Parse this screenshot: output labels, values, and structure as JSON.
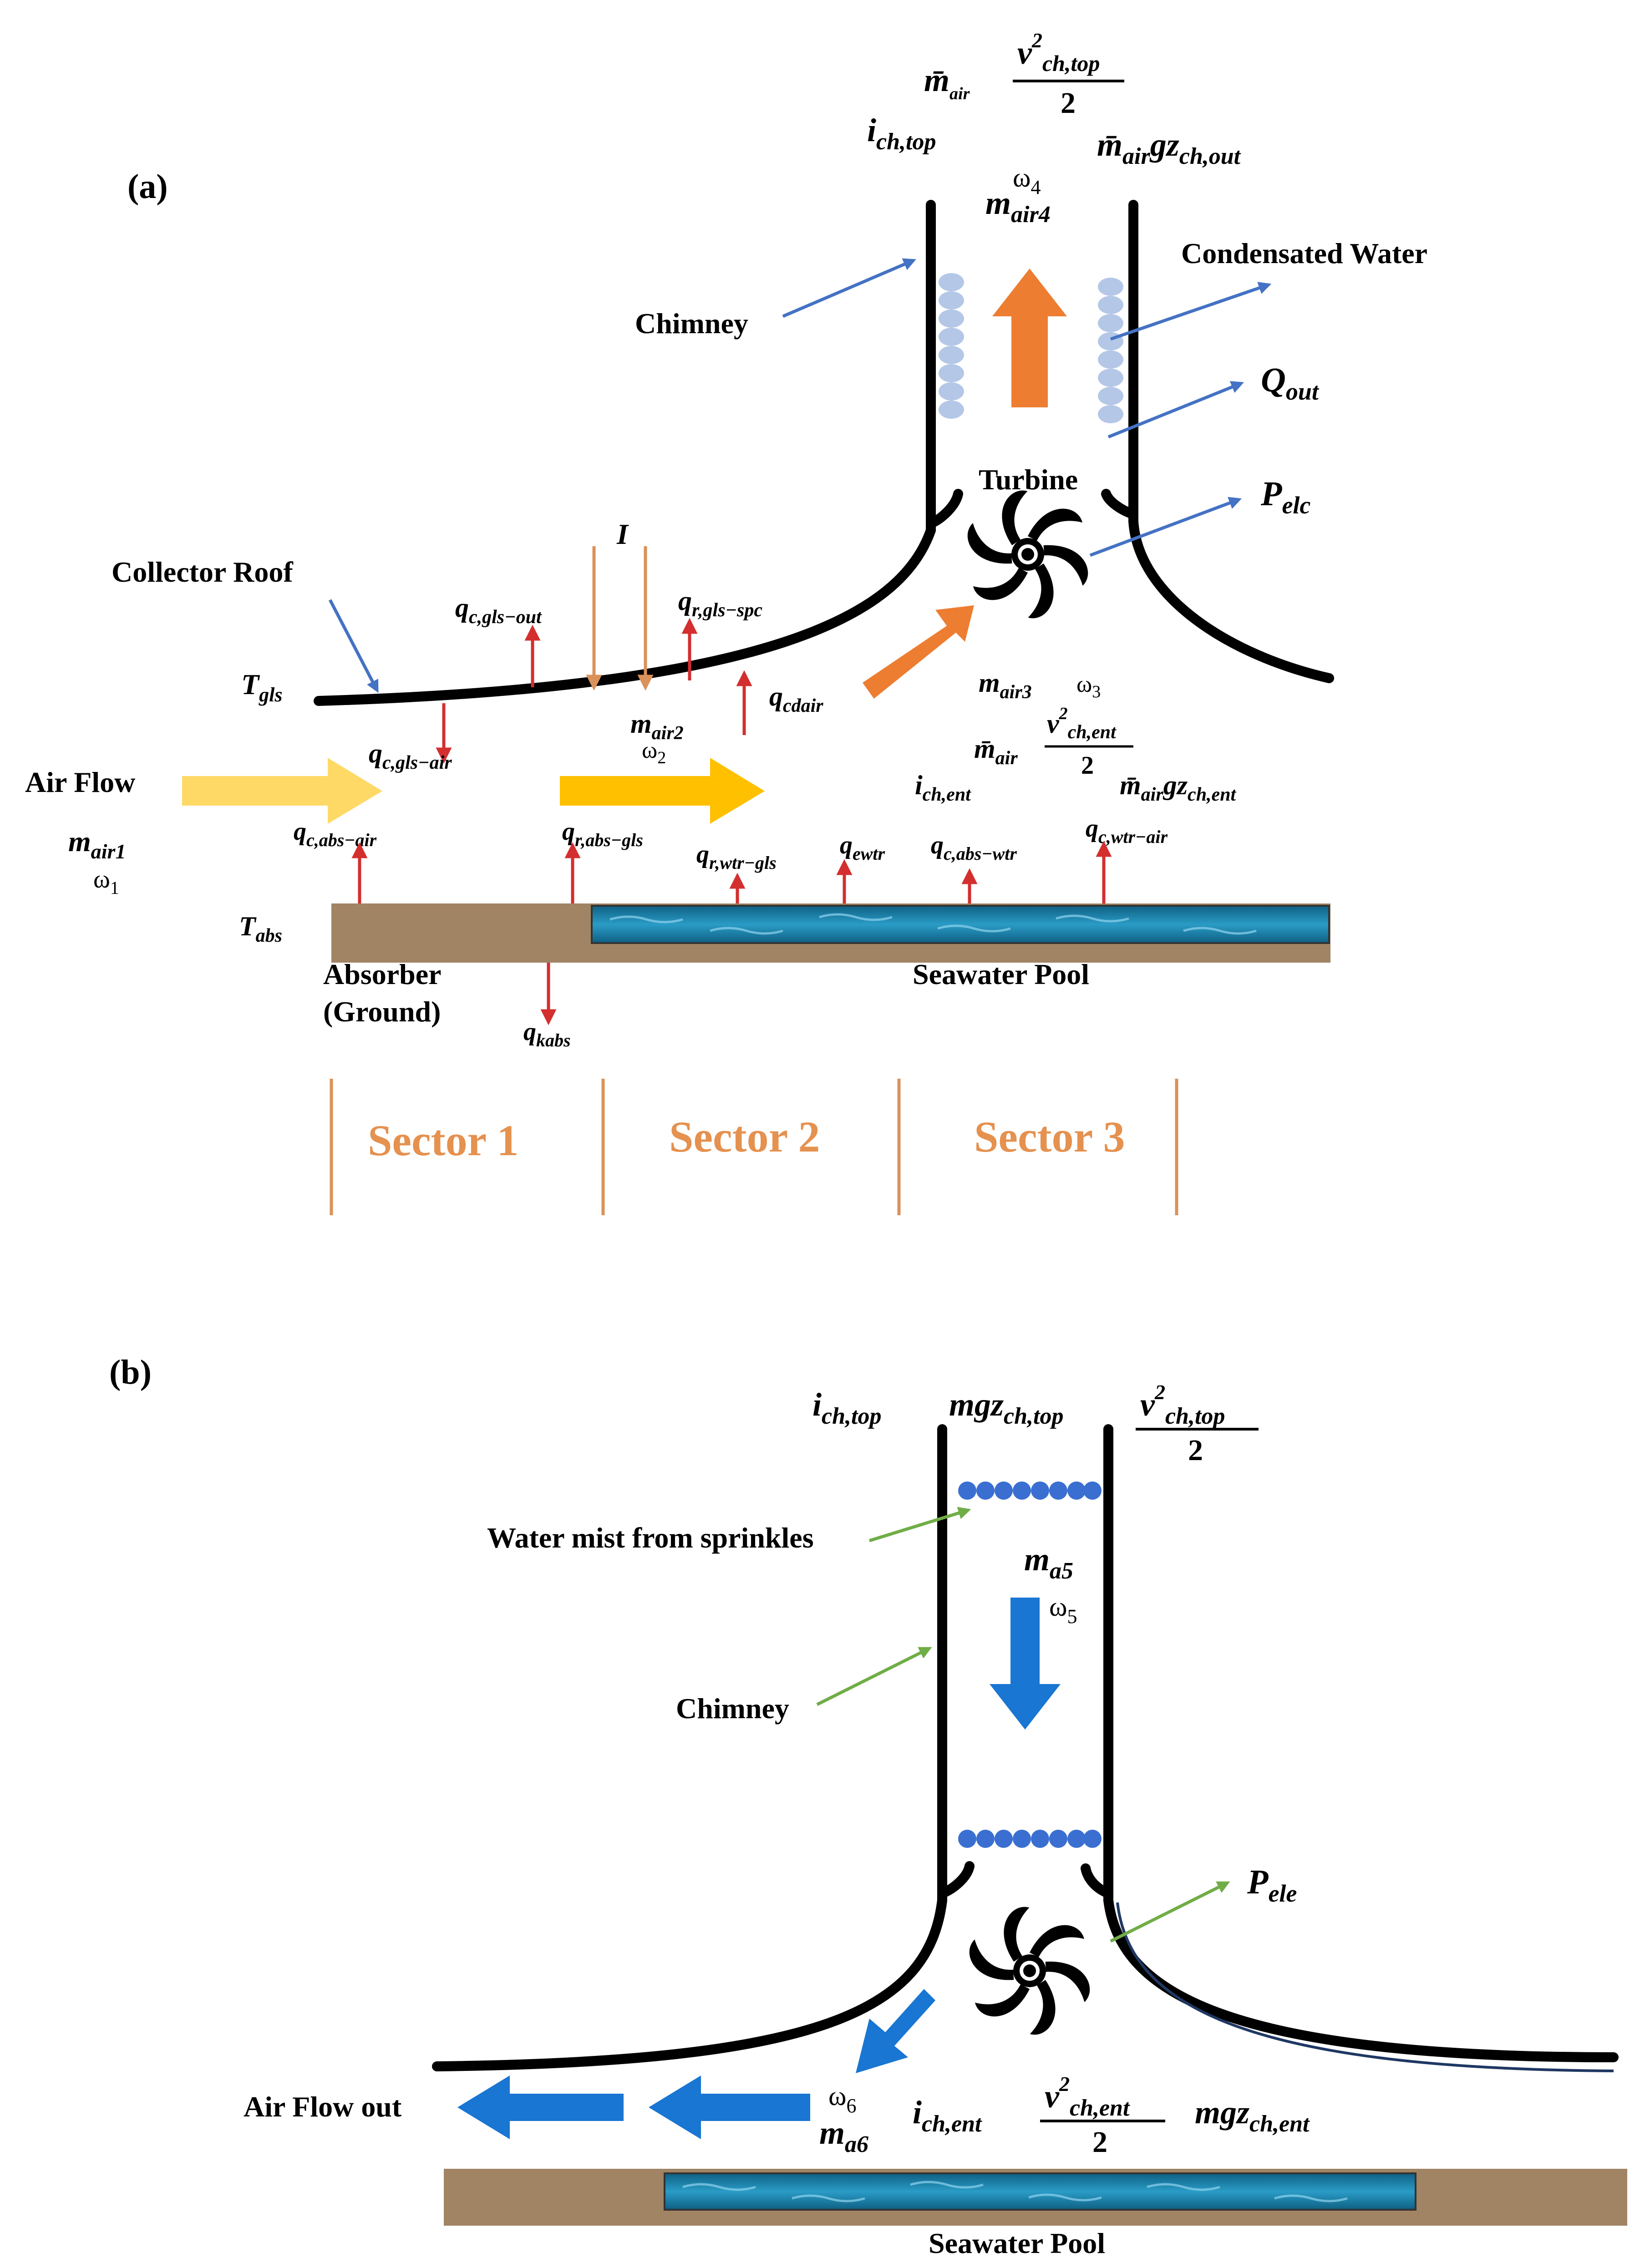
{
  "panel_a": {
    "tag": "(a)",
    "m_air": "m̄",
    "m_air_sub": "air",
    "v2_top_num": "v",
    "v2_top_sup": "2",
    "v2_top_sub": "ch,top",
    "two": "2",
    "i_ch_top": "i",
    "i_ch_top_sub": "ch,top",
    "mgz_out": "m̄",
    "mgz_out_a": "air",
    "mgz_out_b": "gz",
    "mgz_out_c": "ch,out",
    "omega4": "ω",
    "omega4_sub": "4",
    "m_air4": "m",
    "m_air4_sub": "air4",
    "condensated_water": "Condensated Water",
    "chimney": "Chimney",
    "q_out": "Q",
    "q_out_sub": "out",
    "turbine": "Turbine",
    "p_elc": "P",
    "p_elc_sub": "elc",
    "collector_roof": "Collector Roof",
    "I": "I",
    "q_c_gls_out": "q",
    "q_c_gls_out_sub": "c,gls−out",
    "q_r_gls_spc": "q",
    "q_r_gls_spc_sub": "r,gls−spc",
    "T_gls": "T",
    "T_gls_sub": "gls",
    "q_cdair": "q",
    "q_cdair_sub": "cdair",
    "m_air3": "m",
    "m_air3_sub": "air3",
    "omega3": "ω",
    "omega3_sub": "3",
    "m_air2": "m",
    "m_air2_sub": "air2",
    "omega2": "ω",
    "omega2_sub": "2",
    "q_c_gls_air": "q",
    "q_c_gls_air_sub": "c,gls−air",
    "m_air_ent": "m̄",
    "m_air_ent_sub": "air",
    "v2_ent_num": "v",
    "v2_ent_sup": "2",
    "v2_ent_sub": "ch,ent",
    "two_ent": "2",
    "i_ch_ent": "i",
    "i_ch_ent_sub": "ch,ent",
    "mgz_ent": "m̄",
    "mgz_ent_a": "air",
    "mgz_ent_b": "gz",
    "mgz_ent_c": "ch,ent",
    "air_flow": "Air Flow",
    "m_air1": "m",
    "m_air1_sub": "air1",
    "omega1": "ω",
    "omega1_sub": "1",
    "q_c_abs_air": "q",
    "q_c_abs_air_sub": "c,abs−air",
    "q_r_abs_gls": "q",
    "q_r_abs_gls_sub": "r,abs−gls",
    "q_r_wtr_gls": "q",
    "q_r_wtr_gls_sub": "r,wtr−gls",
    "q_ewtr": "q",
    "q_ewtr_sub": "ewtr",
    "q_c_abs_wtr": "q",
    "q_c_abs_wtr_sub": "c,abs−wtr",
    "q_c_wtr_air": "q",
    "q_c_wtr_air_sub": "c,wtr−air",
    "T_abs": "T",
    "T_abs_sub": "abs",
    "absorber_line1": "Absorber",
    "absorber_line2": "(Ground)",
    "seawater_pool": "Seawater Pool",
    "q_kabs": "q",
    "q_kabs_sub": "kabs",
    "sector1": "Sector 1",
    "sector2": "Sector 2",
    "sector3": "Sector 3"
  },
  "panel_b": {
    "tag": "(b)",
    "i_ch_top": "i",
    "i_ch_top_sub": "ch,top",
    "mgz_top": "mgz",
    "mgz_top_sub": "ch,top",
    "v2_top_num": "v",
    "v2_top_sup": "2",
    "v2_top_sub": "ch,top",
    "two_top": "2",
    "water_mist": "Water mist from sprinkles",
    "m_a5": "m",
    "m_a5_sub": "a5",
    "omega5": "ω",
    "omega5_sub": "5",
    "chimney": "Chimney",
    "p_ele": "P",
    "p_ele_sub": "ele",
    "air_flow_out": "Air Flow out",
    "omega6": "ω",
    "omega6_sub": "6",
    "m_a6": "m",
    "m_a6_sub": "a6",
    "i_ch_ent": "i",
    "i_ch_ent_sub": "ch,ent",
    "v2_ent_num": "v",
    "v2_ent_sup": "2",
    "v2_ent_sub": "ch,ent",
    "two_ent": "2",
    "mgz_ent": "mgz",
    "mgz_ent_sub": "ch,ent",
    "seawater_pool": "Seawater Pool"
  },
  "colors": {
    "orange_arrow": "#ed7d31",
    "yellow_arrow": "#fbc02d",
    "blue_arrow": "#1976d2",
    "red_arrow": "#d32f2f",
    "tan_arrow": "#d9925a",
    "ground": "#a08464",
    "water": "#1e7fa6",
    "sector_text": "#e5914f",
    "droplet_light": "#b4c7e7",
    "droplet_dark": "#3a6fd1",
    "pointer_blue": "#4472c4",
    "pointer_green": "#70ad47"
  }
}
